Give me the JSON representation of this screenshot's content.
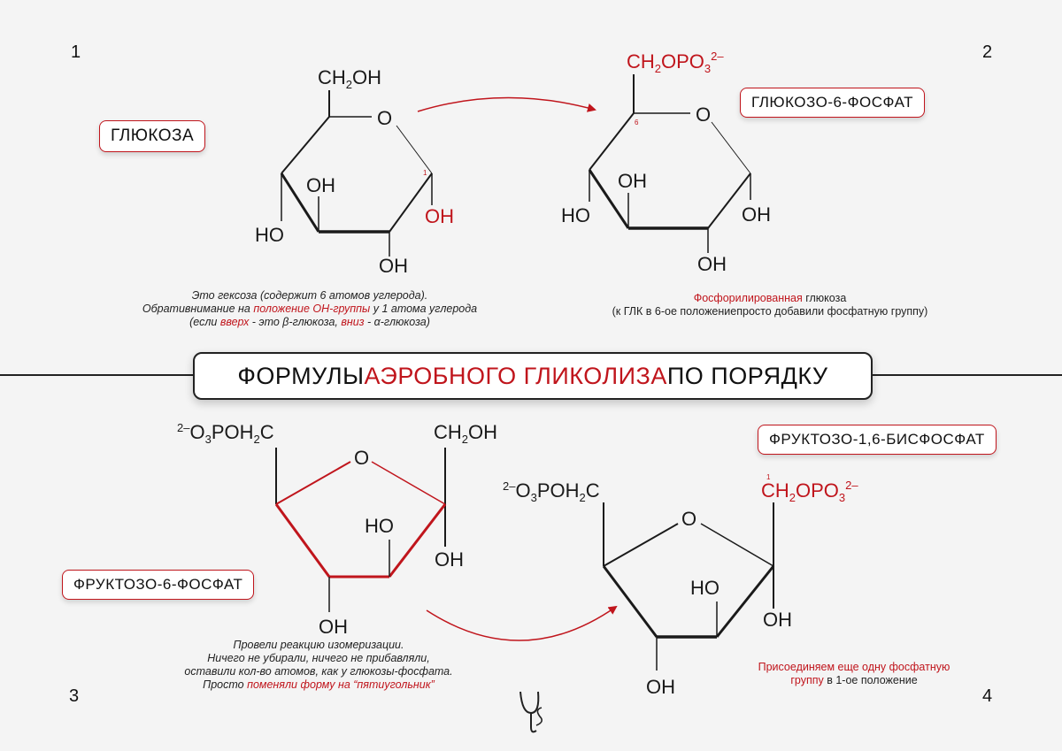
{
  "panels": {
    "p1": {
      "number": "1",
      "label": "ГЛЮКОЗА",
      "formula": {
        "top": "CH",
        "top_sub": "2",
        "top_tail": "OH",
        "ring_o": "O",
        "oh_left_inner": "OH",
        "ho_left": "HO",
        "oh_bottom": "OH",
        "oh_right": "OH",
        "c1": "1"
      },
      "note": {
        "line1": "Это гексоза (содержит 6 атомов углерода).",
        "line2_a": "Обративнимание на ",
        "line2_b": "положение ОН-группы",
        "line2_c": " у 1 атома углерода",
        "line3_a": "(если ",
        "line3_b": "вверх",
        "line3_c": " - это β-глюкоза, ",
        "line3_d": "вниз",
        "line3_e": " - α-глюкоза)"
      }
    },
    "p2": {
      "number": "2",
      "label": "ГЛЮКОЗО-6-ФОСФАТ",
      "formula": {
        "top": "CH",
        "top_sub": "2",
        "top_mid": "OPO",
        "top_sub2": "3",
        "top_sup": "2–",
        "ring_o": "O",
        "oh_left_inner": "OH",
        "ho_left": "HO",
        "oh_bottom": "OH",
        "oh_right": "OH",
        "c6": "6"
      },
      "note": {
        "line1_a": "Фосфорилированная",
        "line1_b": " глюкоза",
        "line2": "(к ГЛК в 6-ое положениепросто добавили фосфатную  группу)"
      }
    },
    "p3": {
      "number": "3",
      "label": "ФРУКТОЗО-6-ФОСФАТ",
      "formula": {
        "left_sup": "2–",
        "left_a": "O",
        "left_sub": "3",
        "left_b": "POH",
        "left_sub2": "2",
        "left_c": "C",
        "right_a": "CH",
        "right_sub": "2",
        "right_b": "OH",
        "ring_o": "O",
        "ho_inner": "HO",
        "oh_right": "OH",
        "oh_bottom": "OH"
      },
      "note": {
        "line1": "Провели реакцию изомеризации.",
        "line2": "Ничего не убирали, ничего не прибавляли,",
        "line3": "оставили кол-во атомов, как у глюкозы-фосфата.",
        "line4_a": "Просто ",
        "line4_b": "поменяли форму на “пятиугольник”"
      }
    },
    "p4": {
      "number": "4",
      "label": "ФРУКТОЗО-1,6-БИСФОСФАТ",
      "formula": {
        "left_sup": "2–",
        "left_a": "O",
        "left_sub": "3",
        "left_b": "POH",
        "left_sub2": "2",
        "left_c": "C",
        "right_a": "CH",
        "right_sub": "2",
        "right_b": "OPO",
        "right_sub2": "3",
        "right_sup": "2–",
        "c1": "1",
        "ring_o": "O",
        "ho_inner": "HO",
        "oh_right": "OH",
        "oh_bottom": "OH"
      },
      "note": {
        "line1": "Присоединяем еще одну фосфатную",
        "line2_a": "группу",
        "line2_b": " в 1-ое положение"
      }
    }
  },
  "title": {
    "part1": "ФОРМУЛЫ ",
    "part2": "АЭРОБНОГО ГЛИКОЛИЗА",
    "part3": " ПО ПОРЯДКУ"
  },
  "colors": {
    "accent": "#c0151c",
    "ink": "#1a1a1a",
    "background": "#f4f4f4"
  }
}
